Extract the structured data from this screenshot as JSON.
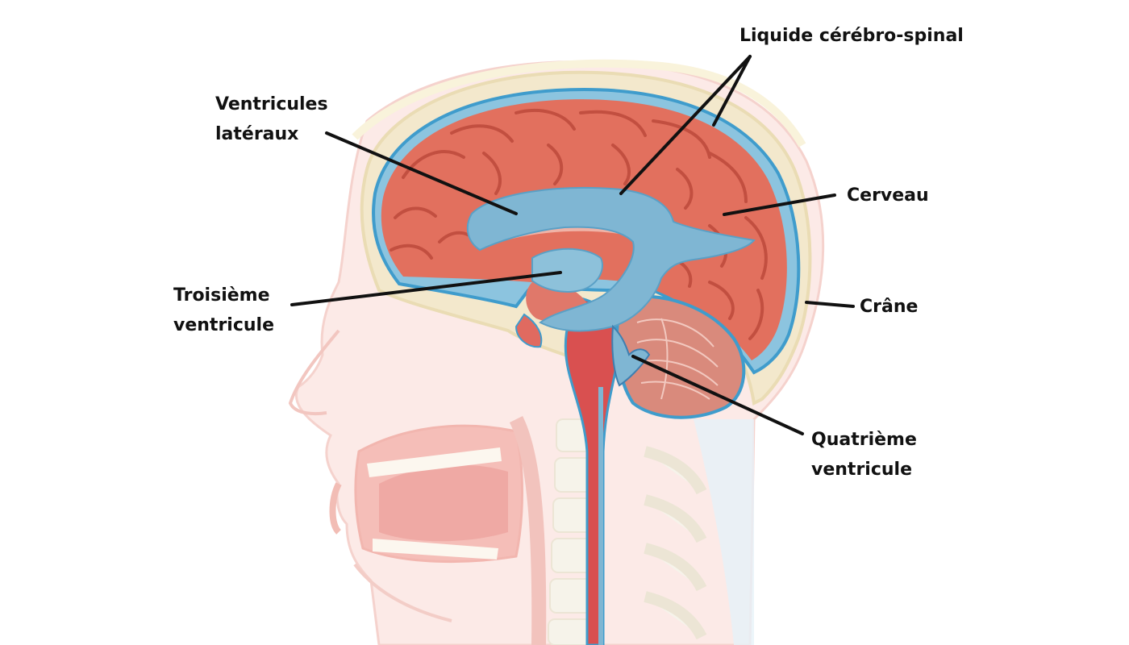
{
  "labels": {
    "csf": "Liquide cérébro-spinal",
    "lateral": {
      "line1": "Ventricules",
      "line2": "latéraux"
    },
    "brain": "Cerveau",
    "third": {
      "line1": "Troisième",
      "line2": "ventricule"
    },
    "skull": "Crâne",
    "fourth": {
      "line1": "Quatrième",
      "line2": "ventricule"
    }
  },
  "colors": {
    "brain": "#e2705e",
    "brain_dark": "#c24f40",
    "csf": "#7fb6d3",
    "csf_outline": "#3f9ccc",
    "skull": "#f3e8cc",
    "head_faded": "#f6c7c2",
    "spinal_cord": "#d95050",
    "cerebellum": "#d98a7c"
  }
}
